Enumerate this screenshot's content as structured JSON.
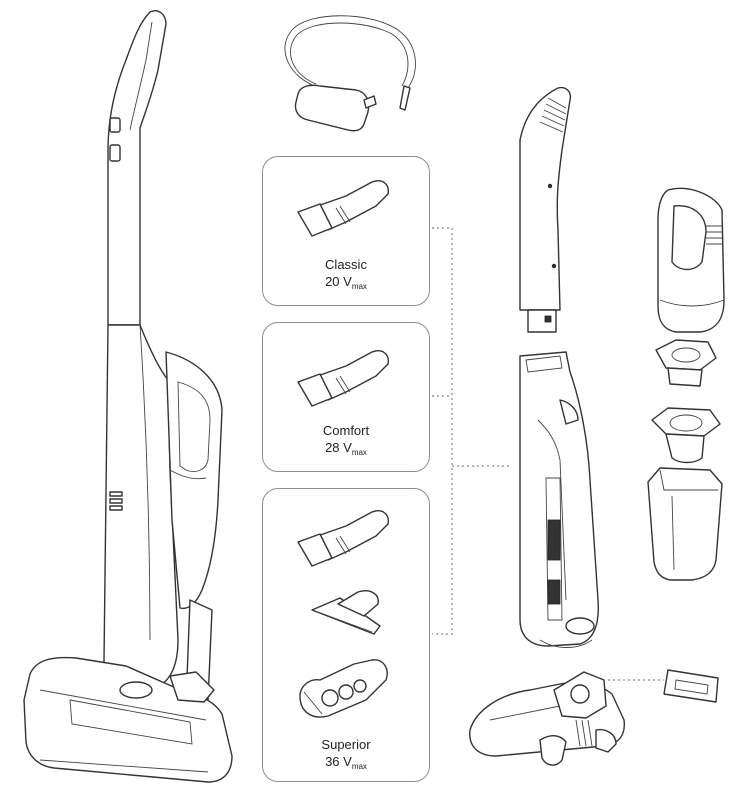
{
  "variants": [
    {
      "name": "Classic",
      "voltage": "20 V",
      "sub": "max"
    },
    {
      "name": "Comfort",
      "voltage": "28 V",
      "sub": "max"
    },
    {
      "name": "Superior",
      "voltage": "36 V",
      "sub": "max"
    }
  ]
}
